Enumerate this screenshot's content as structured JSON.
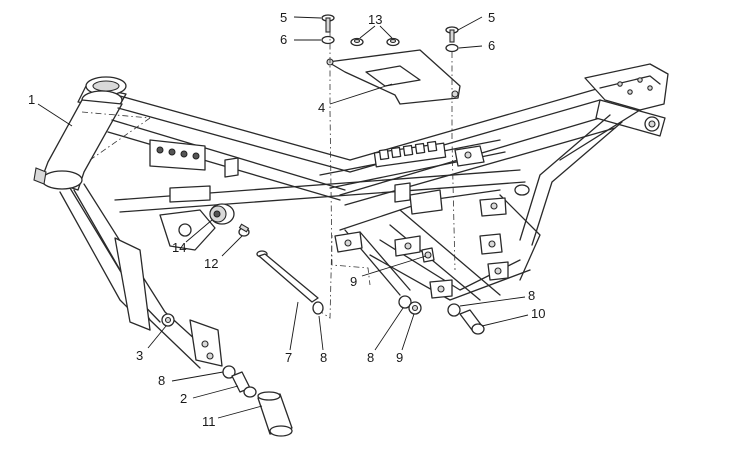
{
  "diagram": {
    "callouts": {
      "c1": "1",
      "c2": "2",
      "c3": "3",
      "c4": "4",
      "c5a": "5",
      "c5b": "5",
      "c6a": "6",
      "c6b": "6",
      "c7": "7",
      "c8a": "8",
      "c8b": "8",
      "c8c": "8",
      "c8d": "8",
      "c9a": "9",
      "c9b": "9",
      "c10": "10",
      "c11": "11",
      "c12": "12",
      "c13": "13",
      "c14": "14"
    }
  }
}
